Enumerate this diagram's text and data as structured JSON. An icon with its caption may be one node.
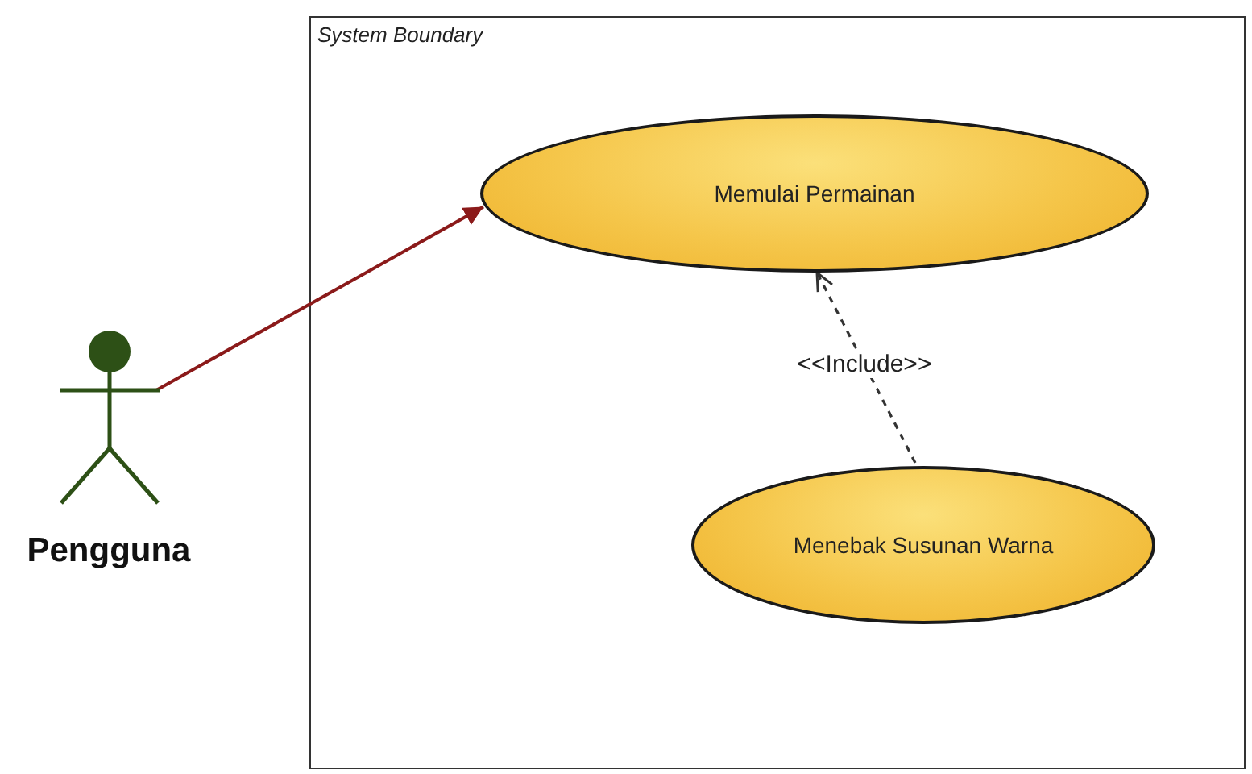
{
  "diagram": {
    "nodes": [
      {
        "text": [
          "System Boundary"
        ]
      },
      {
        "text": [
          "Memulai Permainan"
        ],
        "in": 0
      },
      {
        "text": [
          "Menebak Susunan Warna"
        ],
        "in": 0
      },
      {
        "text": [
          "Pengguna"
        ]
      }
    ],
    "edges": [
      {
        "from": 3,
        "to": 1,
        "arrow": "to",
        "color": "#8b1a1a"
      },
      {
        "from": 2,
        "to": 1,
        "arrow": "to",
        "style": "dashed",
        "label": "<<Include>>"
      }
    ]
  }
}
